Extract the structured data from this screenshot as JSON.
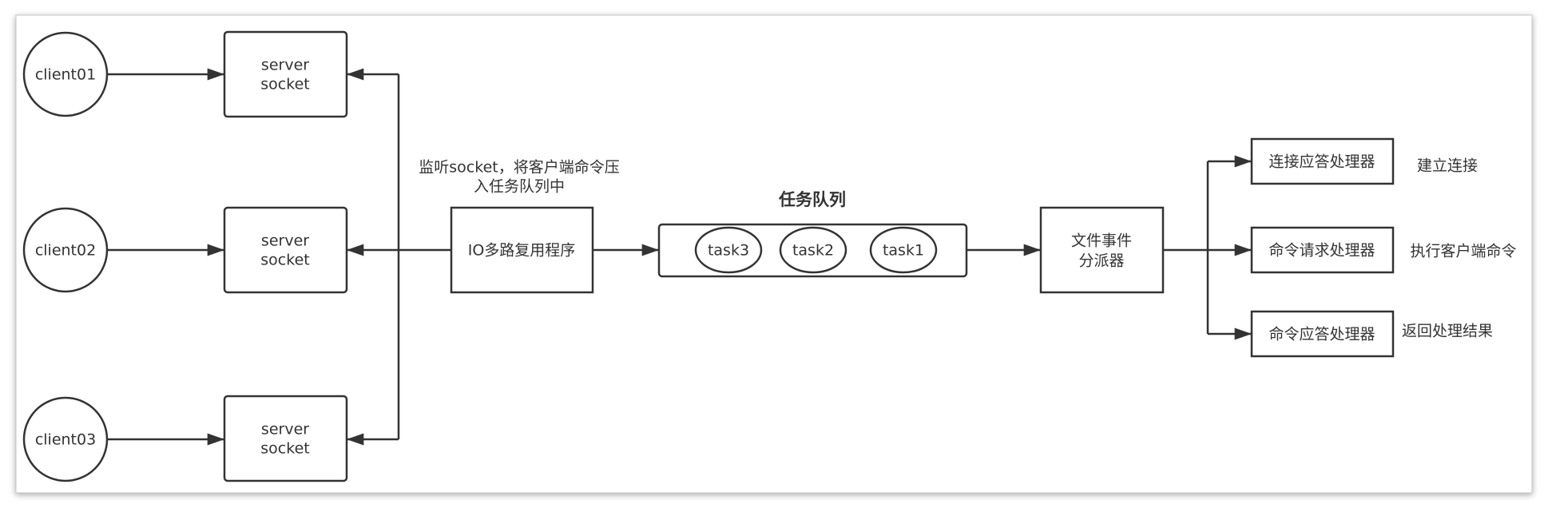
{
  "clients": [
    {
      "label": "client01"
    },
    {
      "label": "client02"
    },
    {
      "label": "client03"
    }
  ],
  "server_sockets": [
    {
      "line1": "server",
      "line2": "socket"
    },
    {
      "line1": "server",
      "line2": "socket"
    },
    {
      "line1": "server",
      "line2": "socket"
    }
  ],
  "io_multiplexer": {
    "label": "IO多路复用程序",
    "annotation_line1": "监听socket，将客户端命令压",
    "annotation_line2": "入任务队列中"
  },
  "task_queue": {
    "title": "任务队列",
    "tasks": [
      "task3",
      "task2",
      "task1"
    ]
  },
  "dispatcher": {
    "line1": "文件事件",
    "line2": "分派器"
  },
  "handlers": [
    {
      "label": "连接应答处理器",
      "description": "建立连接"
    },
    {
      "label": "命令请求处理器",
      "description": "执行客户端命令"
    },
    {
      "label": "命令应答处理器",
      "description": "返回处理结果"
    }
  ],
  "colors": {
    "stroke": "#333333",
    "text": "#333333",
    "frame_border": "#c8c8c8",
    "background": "#ffffff"
  }
}
